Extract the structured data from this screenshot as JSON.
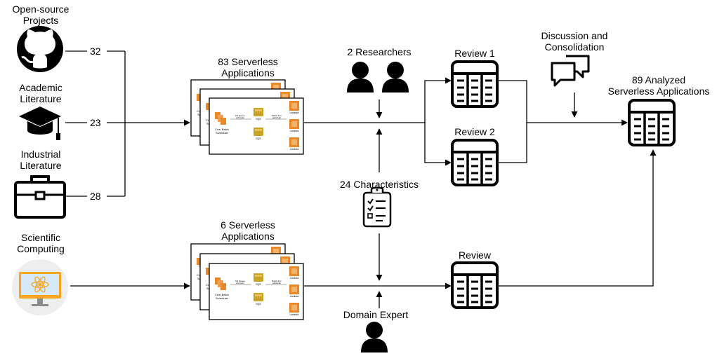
{
  "sources": {
    "open_source": "Open-source\nProjects",
    "academic": "Academic\nLiterature",
    "industrial": "Industrial\nLiterature",
    "scientific": "Scientific\nComputing"
  },
  "counts": {
    "open_source": "32",
    "academic": "23",
    "industrial": "28"
  },
  "apps_top": "83 Serverless\nApplications",
  "apps_bottom": "6 Serverless\nApplications",
  "researchers": "2 Researchers",
  "characteristics": "24 Characteristics",
  "domain_expert": "Domain Expert",
  "review1": "Review 1",
  "review2": "Review 2",
  "review": "Review",
  "discussion": "Discussion and\nConsolidation",
  "result": "89 Analyzed\nServerless Applications",
  "thumbnail": {
    "cron": "Cron Batch Scheduler",
    "sqs": "SQS",
    "lambda": "Lambda",
    "edge1": "Fill Queue with jobs",
    "edge2": "Batch into particular with jobs"
  },
  "icons": {
    "open_source": "github-icon",
    "academic": "graduation-cap-icon",
    "industrial": "briefcase-icon",
    "scientific": "atom-monitor-icon",
    "researchers": "user-icon",
    "characteristics": "checklist-clipboard-icon",
    "review": "table-icon",
    "discussion": "speech-bubbles-icon"
  },
  "colors": {
    "aws_orange": "#E8892A",
    "sqs_gold": "#C9A227",
    "monitor_orange": "#F5A623",
    "screen_blue": "#D6E9F8"
  }
}
